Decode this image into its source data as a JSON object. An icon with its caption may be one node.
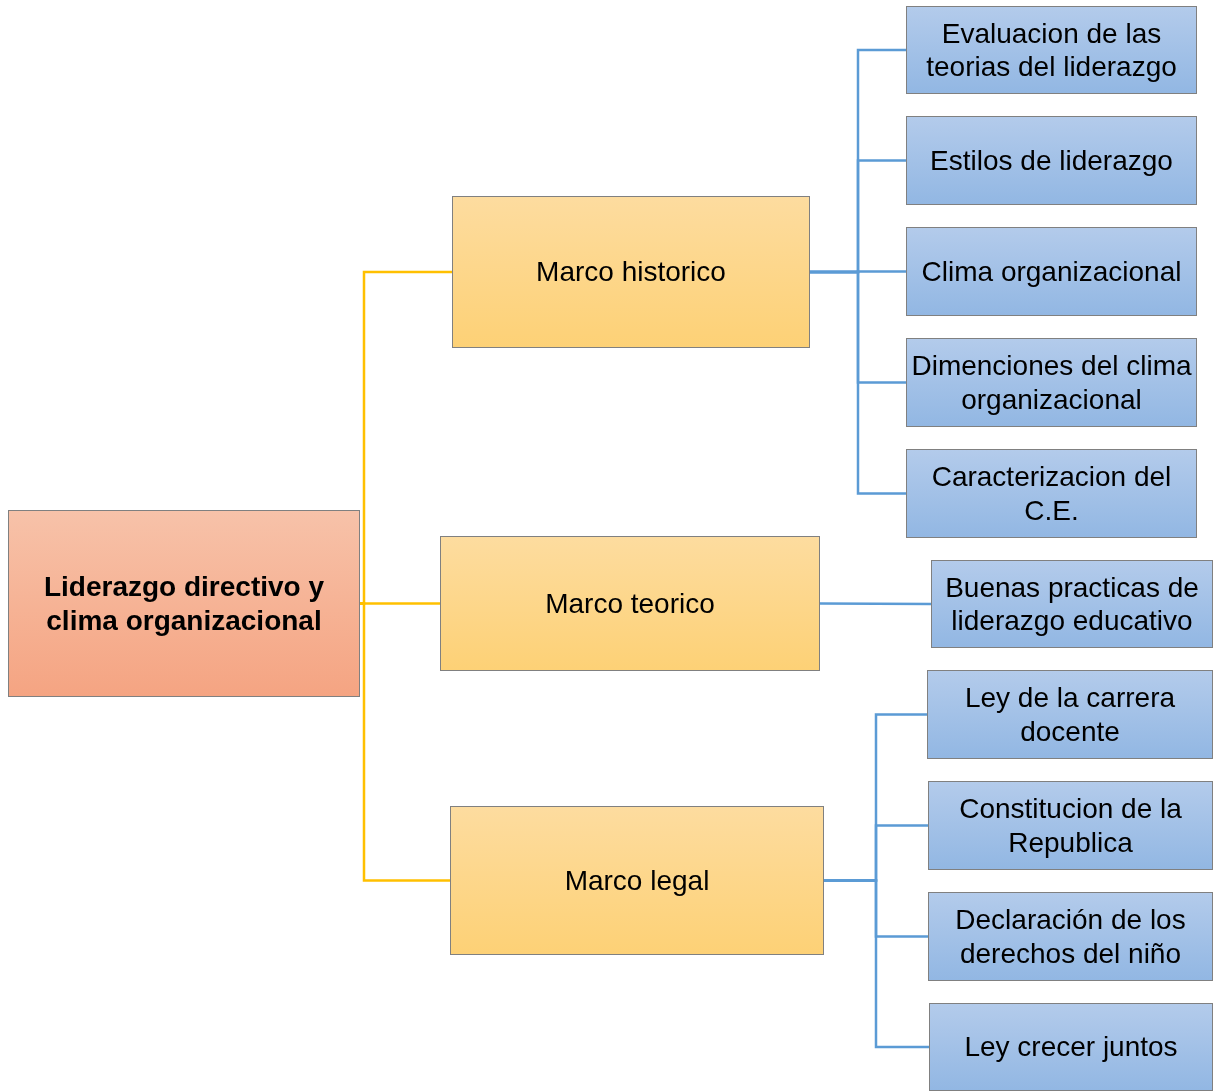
{
  "diagram": {
    "nodes": [
      {
        "text": [
          "Liderazgo directivo y clima organizacional"
        ]
      },
      {
        "text": [
          "Marco historico"
        ]
      },
      {
        "text": [
          "Marco teorico"
        ]
      },
      {
        "text": [
          "Marco legal"
        ]
      },
      {
        "text": [
          "Evaluacion de las teorias del liderazgo"
        ]
      },
      {
        "text": [
          "Estilos de liderazgo"
        ]
      },
      {
        "text": [
          "Clima organizacional"
        ]
      },
      {
        "text": [
          "Dimenciones del clima organizacional"
        ]
      },
      {
        "text": [
          "Caracterizacion del C.E."
        ]
      },
      {
        "text": [
          "Buenas practicas de liderazgo educativo"
        ]
      },
      {
        "text": [
          "Ley de la carrera docente"
        ]
      },
      {
        "text": [
          "Constitucion de la Republica"
        ]
      },
      {
        "text": [
          "Declaración de los derechos del niño"
        ]
      },
      {
        "text": [
          "Ley crecer juntos"
        ]
      }
    ],
    "edges": [
      {
        "from": 0,
        "to": 1,
        "arrow": "none",
        "color": "#ffc000"
      },
      {
        "from": 0,
        "to": 2,
        "arrow": "none",
        "color": "#ffc000"
      },
      {
        "from": 0,
        "to": 3,
        "arrow": "none",
        "color": "#ffc000"
      },
      {
        "from": 1,
        "to": 4,
        "arrow": "none"
      },
      {
        "from": 1,
        "to": 5,
        "arrow": "none"
      },
      {
        "from": 1,
        "to": 6,
        "arrow": "none"
      },
      {
        "from": 1,
        "to": 7,
        "arrow": "none"
      },
      {
        "from": 1,
        "to": 8,
        "arrow": "none"
      },
      {
        "from": 2,
        "to": 9,
        "arrow": "none"
      },
      {
        "from": 3,
        "to": 10,
        "arrow": "none"
      },
      {
        "from": 3,
        "to": 11,
        "arrow": "none"
      },
      {
        "from": 3,
        "to": 12,
        "arrow": "none"
      },
      {
        "from": 3,
        "to": 13,
        "arrow": "none"
      }
    ]
  }
}
